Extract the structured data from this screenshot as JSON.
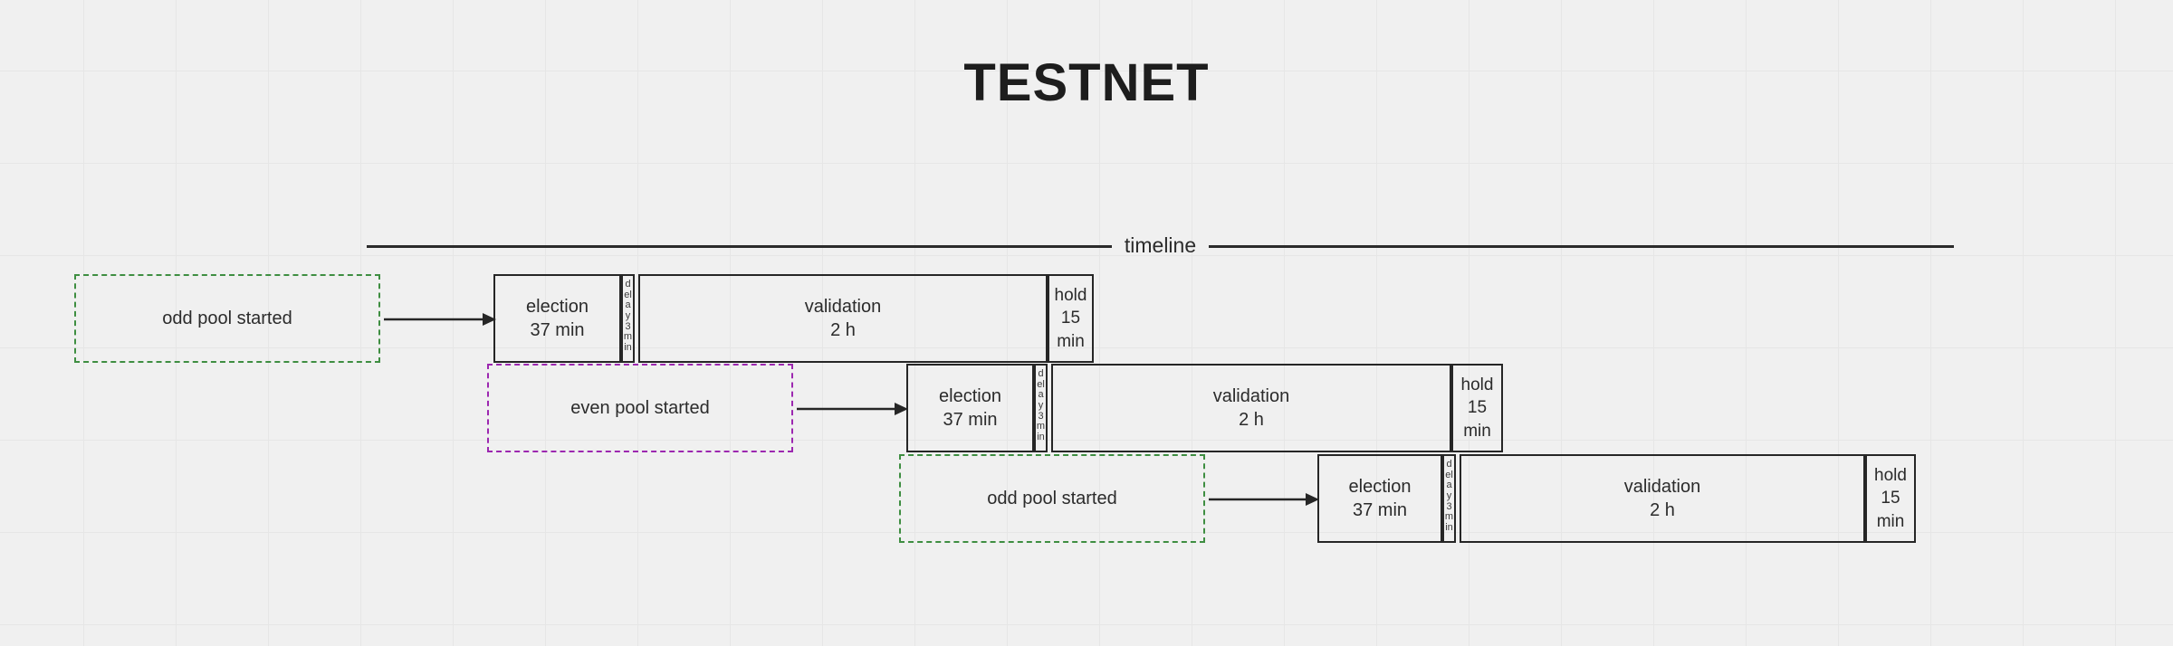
{
  "page": {
    "title": "TESTNET",
    "background_color": "#f0f0f0",
    "grid_color": "#e6e6e6"
  },
  "timeline": {
    "axis_label": "timeline",
    "line_color": "#2b2b2b"
  },
  "colors": {
    "box_border": "#262626",
    "text": "#2b2b2b",
    "odd_pool_dashed": "#3e8e41",
    "even_pool_dashed": "#9c27b0",
    "arrow": "#262626"
  },
  "events": [
    {
      "id": "event-1",
      "label": "odd pool started",
      "style": "green"
    },
    {
      "id": "event-2",
      "label": "even pool started",
      "style": "purple"
    },
    {
      "id": "event-3",
      "label": "odd pool started",
      "style": "green"
    }
  ],
  "rows": [
    {
      "id": "row-1",
      "phases": [
        {
          "name": "election",
          "line1": "election",
          "line2": "37 min"
        },
        {
          "name": "delay",
          "line1": "delay 3 min",
          "line2": ""
        },
        {
          "name": "validation",
          "line1": "validation",
          "line2": "2 h"
        },
        {
          "name": "hold",
          "line1": "hold",
          "line2": "15",
          "line3": "min"
        }
      ]
    },
    {
      "id": "row-2",
      "phases": [
        {
          "name": "election",
          "line1": "election",
          "line2": "37 min"
        },
        {
          "name": "delay",
          "line1": "delay 3 min",
          "line2": ""
        },
        {
          "name": "validation",
          "line1": "validation",
          "line2": "2 h"
        },
        {
          "name": "hold",
          "line1": "hold",
          "line2": "15",
          "line3": "min"
        }
      ]
    },
    {
      "id": "row-3",
      "phases": [
        {
          "name": "election",
          "line1": "election",
          "line2": "37 min"
        },
        {
          "name": "delay",
          "line1": "delay 3 min",
          "line2": ""
        },
        {
          "name": "validation",
          "line1": "validation",
          "line2": "2 h"
        },
        {
          "name": "hold",
          "line1": "hold",
          "line2": "15",
          "line3": "min"
        }
      ]
    }
  ]
}
